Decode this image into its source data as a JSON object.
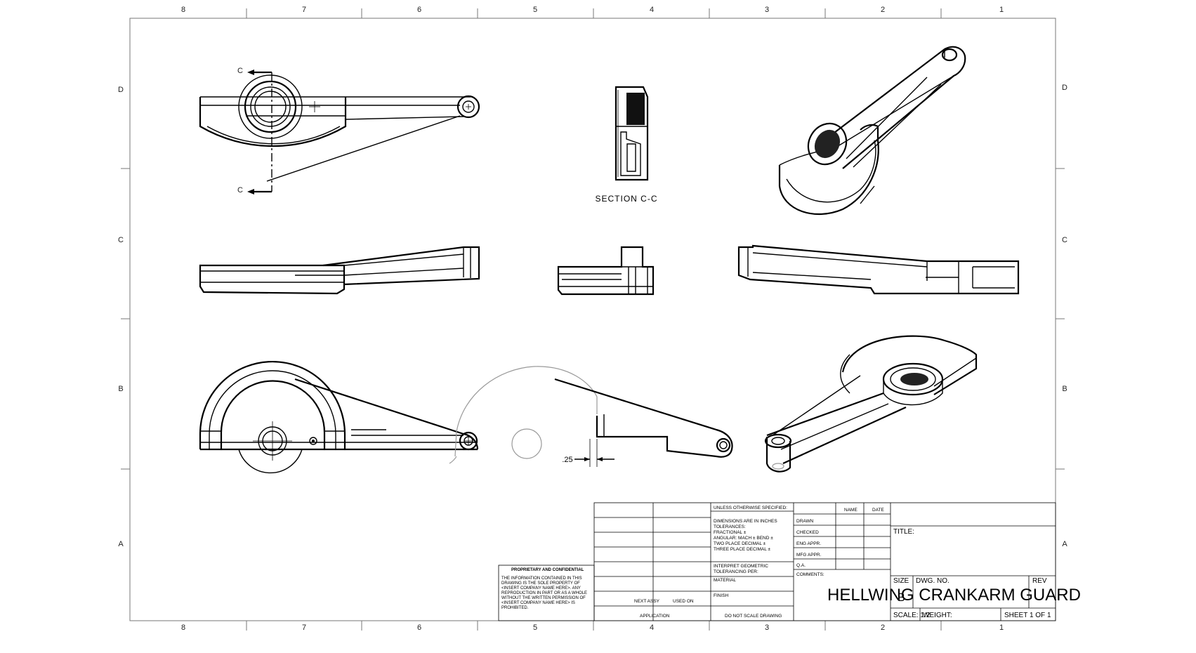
{
  "zones": {
    "columns": [
      "8",
      "7",
      "6",
      "5",
      "4",
      "3",
      "2",
      "1"
    ],
    "rows": [
      "D",
      "C",
      "B",
      "A"
    ]
  },
  "section": {
    "marker": "C",
    "caption": "SECTION C-C"
  },
  "dimension": {
    "value": ".25"
  },
  "title_block": {
    "unless_specified": "UNLESS OTHERWISE SPECIFIED:",
    "dims_in_inches": "DIMENSIONS ARE IN INCHES",
    "tolerances": "TOLERANCES:",
    "fractional": "FRACTIONAL ±",
    "angular": "ANGULAR: MACH ±   BEND ±",
    "two_place": "TWO PLACE DECIMAL  ±",
    "three_place": "THREE PLACE DECIMAL  ±",
    "interpret": "INTERPRET GEOMETRIC",
    "tolerancing": "TOLERANCING PER:",
    "material": "MATERIAL",
    "finish": "FINISH",
    "next_assy": "NEXT ASSY",
    "used_on": "USED ON",
    "application": "APPLICATION",
    "do_not_scale": "DO NOT SCALE DRAWING",
    "col_name": "NAME",
    "col_date": "DATE",
    "drawn": "DRAWN",
    "checked": "CHECKED",
    "eng_appr": "ENG APPR.",
    "mfg_appr": "MFG APPR.",
    "qa": "Q.A.",
    "comments": "COMMENTS:",
    "title_label": "TITLE:",
    "size_label": "SIZE",
    "size_value": "B",
    "dwg_no_label": "DWG.  NO.",
    "rev_label": "REV",
    "part_title": "HELLWING CRANKARM GUARD",
    "scale": "SCALE: 1:2",
    "weight": "WEIGHT:",
    "sheet": "SHEET 1 OF 1"
  },
  "proprietary": {
    "heading": "PROPRIETARY AND CONFIDENTIAL",
    "lines": [
      "THE INFORMATION CONTAINED IN THIS",
      "DRAWING IS THE SOLE PROPERTY OF",
      "<INSERT COMPANY NAME HERE>. ANY",
      "REPRODUCTION IN PART OR AS A WHOLE",
      "WITHOUT THE WRITTEN PERMISSION OF",
      "<INSERT COMPANY NAME HERE> IS",
      "PROHIBITED."
    ]
  }
}
